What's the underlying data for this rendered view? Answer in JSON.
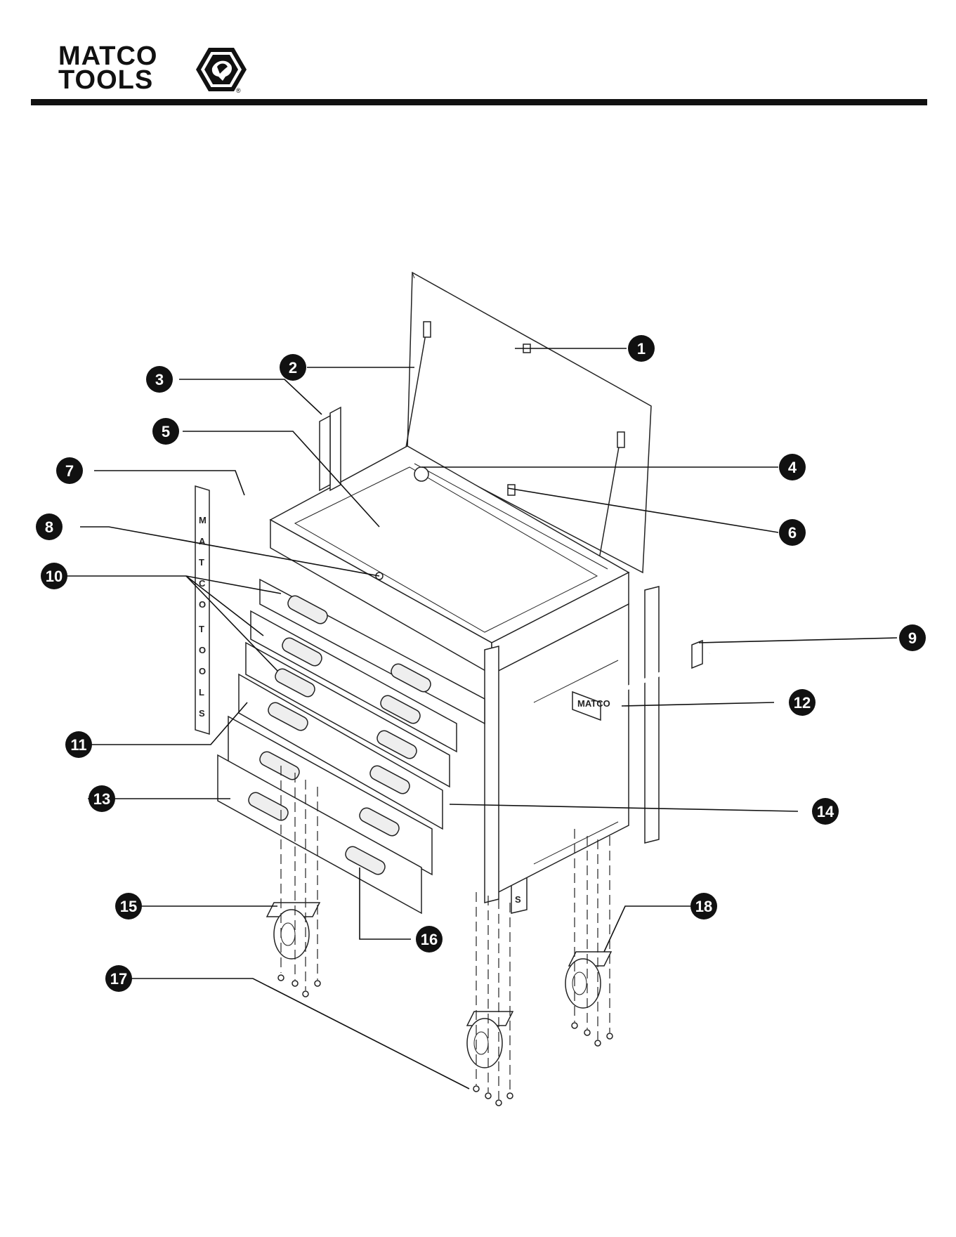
{
  "header": {
    "brand_line1": "MATCO",
    "brand_line2": "TOOLS",
    "registered_mark": "®",
    "rule_color": "#111111"
  },
  "callouts": [
    {
      "id": "1",
      "label": "1"
    },
    {
      "id": "2",
      "label": "2"
    },
    {
      "id": "3",
      "label": "3"
    },
    {
      "id": "4",
      "label": "4"
    },
    {
      "id": "5",
      "label": "5"
    },
    {
      "id": "6",
      "label": "6"
    },
    {
      "id": "7",
      "label": "7"
    },
    {
      "id": "8",
      "label": "8"
    },
    {
      "id": "9",
      "label": "9"
    },
    {
      "id": "10",
      "label": "10"
    },
    {
      "id": "11",
      "label": "11"
    },
    {
      "id": "12",
      "label": "12"
    },
    {
      "id": "13",
      "label": "13"
    },
    {
      "id": "14",
      "label": "14"
    },
    {
      "id": "15",
      "label": "15"
    },
    {
      "id": "16",
      "label": "16"
    },
    {
      "id": "17",
      "label": "17"
    },
    {
      "id": "18",
      "label": "18"
    }
  ],
  "part_stamps": {
    "side_trim_text": "MATCOTOOLS",
    "handle_text": "MATCO"
  },
  "colors": {
    "ink": "#111111",
    "paper": "#ffffff"
  }
}
